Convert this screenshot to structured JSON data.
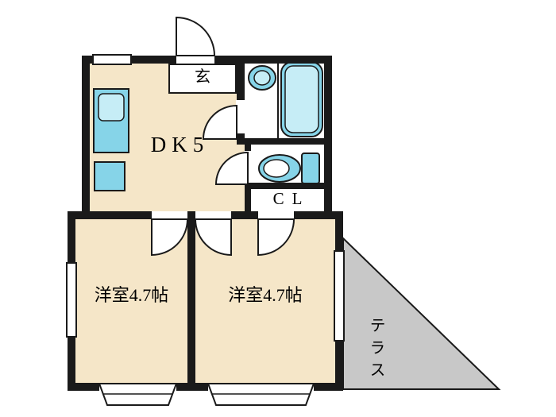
{
  "floor_plan": {
    "labels": {
      "entrance": "玄",
      "dining_kitchen": "DK5",
      "closet": "CL",
      "bedroom_left": "洋室4.7帖",
      "bedroom_right": "洋室4.7帖",
      "terrace": "テラス"
    },
    "colors": {
      "background": "#FFFFFF",
      "wall": "#1A1A1A",
      "room_fill": "#F5E6C8",
      "fixture_fill": "#86D4E8",
      "fixture_inner": "#C6EDF6",
      "terrace_fill": "#C8C8C8"
    }
  }
}
